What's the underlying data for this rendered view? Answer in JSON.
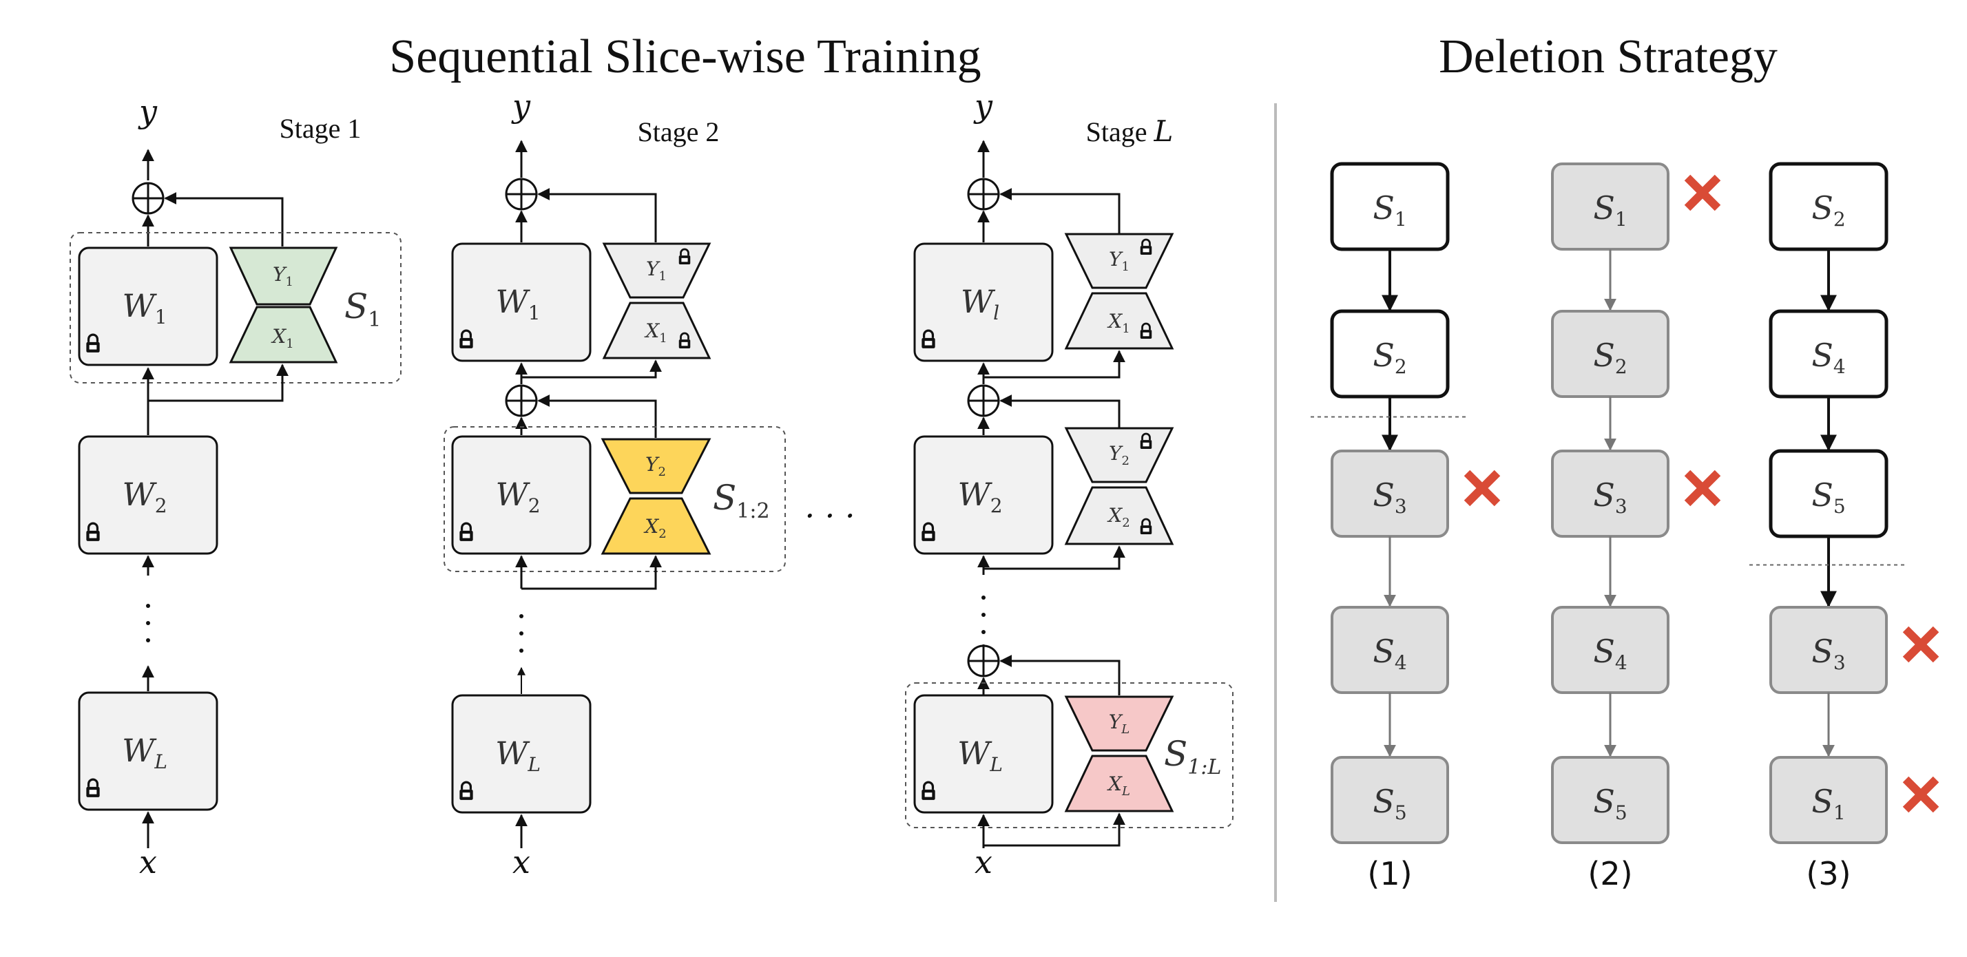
{
  "titles": {
    "training": "Sequential Slice-wise Training",
    "deletion": "Deletion Strategy"
  },
  "stages": [
    {
      "label": "Stage 1",
      "slice_label_main": "S",
      "slice_label_sub": "1"
    },
    {
      "label": "Stage 2",
      "slice_label_main": "S",
      "slice_label_sub": "1:2"
    },
    {
      "label": "Stage ",
      "label_math": "L",
      "slice_label_main": "S",
      "slice_label_sub": "1:L"
    }
  ],
  "symbols": {
    "output": "y",
    "input": "x",
    "ellipsis_h": "· · ·",
    "w_main": "W",
    "w1_sub": "1",
    "w2_sub": "2",
    "wl_sub": "l",
    "wL_sub": "L",
    "y_main": "Y",
    "x_main": "X",
    "y1_sub": "1",
    "x1_sub": "1",
    "y2_sub": "2",
    "x2_sub": "2",
    "yL_sub": "L",
    "xL_sub": "L"
  },
  "colors": {
    "green": "#d6e8d4",
    "yellow": "#fdd55a",
    "pink": "#f6c8c8",
    "gray": "#eeeeee",
    "delete_red": "#d94b36"
  },
  "deletion": {
    "columns": [
      {
        "label": "(1)",
        "slices": [
          {
            "main": "S",
            "sub": "1",
            "state": "kept"
          },
          {
            "main": "S",
            "sub": "2",
            "state": "kept"
          },
          {
            "main": "S",
            "sub": "3",
            "state": "deleted",
            "mark": true
          },
          {
            "main": "S",
            "sub": "4",
            "state": "deleted",
            "mark": false
          },
          {
            "main": "S",
            "sub": "5",
            "state": "deleted",
            "mark": false
          }
        ]
      },
      {
        "label": "(2)",
        "slices": [
          {
            "main": "S",
            "sub": "1",
            "state": "deleted",
            "mark": true
          },
          {
            "main": "S",
            "sub": "2",
            "state": "deleted",
            "mark": false
          },
          {
            "main": "S",
            "sub": "3",
            "state": "deleted",
            "mark": true
          },
          {
            "main": "S",
            "sub": "4",
            "state": "deleted",
            "mark": false
          },
          {
            "main": "S",
            "sub": "5",
            "state": "deleted",
            "mark": false
          }
        ]
      },
      {
        "label": "(3)",
        "slices": [
          {
            "main": "S",
            "sub": "2",
            "state": "kept"
          },
          {
            "main": "S",
            "sub": "4",
            "state": "kept"
          },
          {
            "main": "S",
            "sub": "5",
            "state": "kept"
          },
          {
            "main": "S",
            "sub": "3",
            "state": "deleted",
            "mark": true
          },
          {
            "main": "S",
            "sub": "1",
            "state": "deleted",
            "mark": true
          }
        ]
      }
    ]
  }
}
